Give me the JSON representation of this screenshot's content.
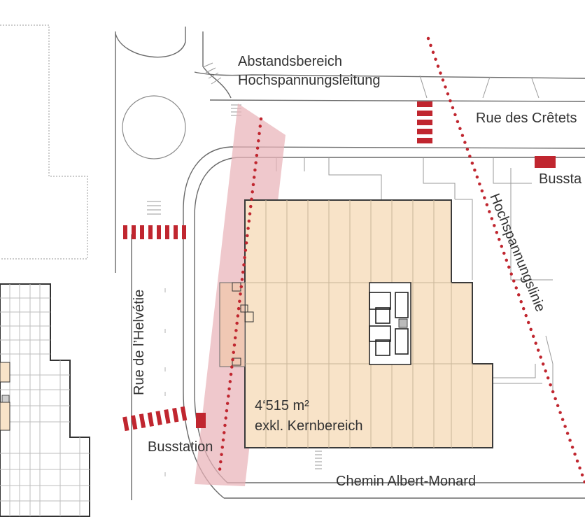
{
  "labels": {
    "abstand_line1": "Abstandsbereich",
    "abstand_line2": "Hochspannungsleitung",
    "rue_cretets": "Rue des Crêtets",
    "busstation_right": "Bussta",
    "hochspannungslinie": "Hochspannungslinie",
    "rue_helvetie": "Rue de l’Helvétie",
    "area_value": "4‘515 m²",
    "area_note": "exkl. Kernbereich",
    "busstation_left": "Busstation",
    "chemin": "Chemin Albert-Monard"
  },
  "colors": {
    "building_fill": "#f8e3c8",
    "building_stroke": "#3a3a3a",
    "building_grid": "#c9b699",
    "buffer_zone": "#e9b3b8",
    "powerline_dots": "#c0262f",
    "bus_stop": "#c0262f",
    "crosswalk": "#c0262f",
    "road_line": "#6a6a6a",
    "label_text": "#333333"
  }
}
